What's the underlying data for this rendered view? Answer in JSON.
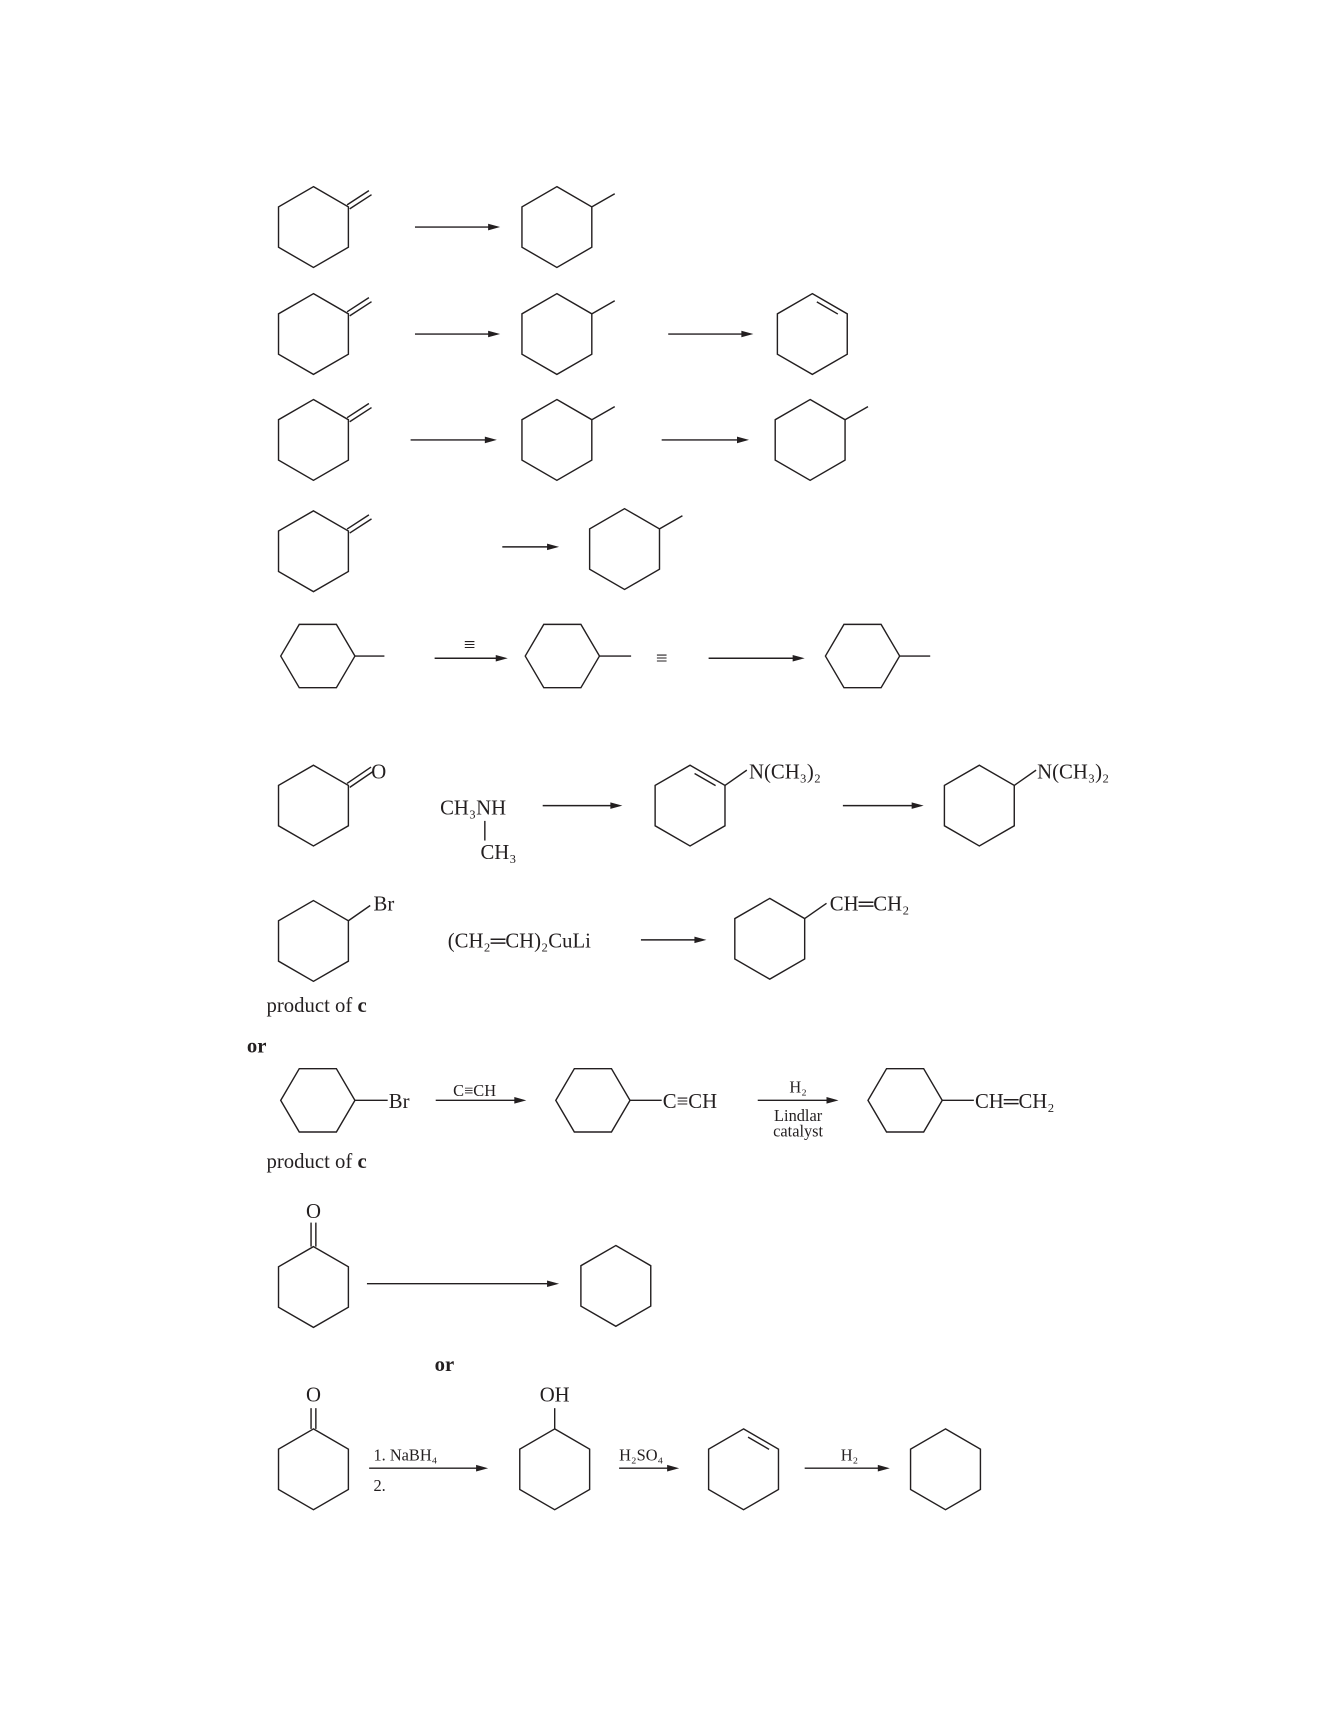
{
  "colors": {
    "ink": "#231f20",
    "background": "#ffffff"
  },
  "labels": {
    "ketone_O": "O",
    "reagent_dimethylamine_top": "CH₃NH",
    "reagent_dimethylamine_bottom": "CH₃",
    "enamine_N": "N(CH₃)₂",
    "amine_N": "N(CH₃)₂",
    "bromide_Br": "Br",
    "cuprate": "(CH₂═CH)₂CuLi",
    "vinyl_product": "CH═CH₂",
    "product_of_c_1": "product of ",
    "product_of_c_1_bold": "c",
    "or_1": "or",
    "bromide_Br_2": "Br",
    "acetylide": "C≡CH",
    "alkyne_product": "C≡CH",
    "h2_lindlar": "H₂",
    "lindlar": "Lindlar",
    "catalyst": "catalyst",
    "vinyl_product_2": "CH═CH₂",
    "product_of_c_2": "product of ",
    "product_of_c_2_bold": "c",
    "ketone_O_2": "O",
    "or_2": "or",
    "ketone_O_3": "O",
    "step1_nabh4": "1. NaBH₄",
    "step2": "2.",
    "alcohol_OH": "OH",
    "h2so4": "H₂SO₄",
    "h2_final": "H₂",
    "triple_bond_1": "≡",
    "triple_bond_2": "≡"
  }
}
